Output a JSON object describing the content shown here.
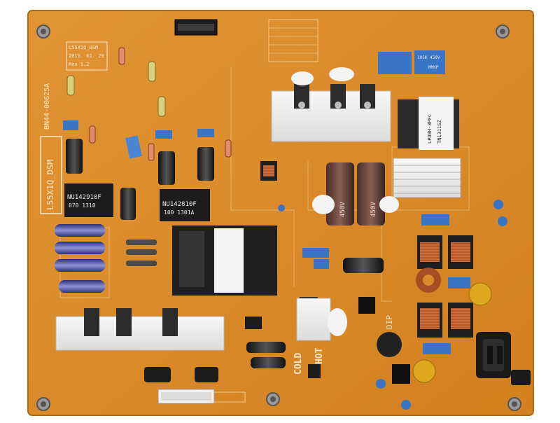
{
  "board": {
    "model_code": "L55X1Q_DSM",
    "part_number": "BN44-00625A",
    "vertical_label": "L55X1Q_DSM",
    "vertical_part": "BN44-00625A",
    "date": "2013. 01. 29",
    "rev": "Rev 1.2",
    "cold_label": "COLD",
    "hot_label": "HOT",
    "dip_label": "DIP",
    "transformer_label_1": "NU142910F",
    "transformer_code_1": "070 1310",
    "transformer_label_2": "NU142810F",
    "transformer_code_2": "100 1301A",
    "lpdsh_label": "LPD8H-3PFC",
    "lpdsh_code": "TN1311SZ",
    "cap_voltage_1": "450V",
    "cap_voltage_2": "450V",
    "blue_cap_label": "105K 450V",
    "blue_cap_label2": "MMKP"
  },
  "colors": {
    "pcb": "#d98a2b",
    "pcb_dark": "#c5761c",
    "silkscreen": "#f6e8c8",
    "heatsink": "#f2f2f2",
    "mylar_blue": "#3a74c4",
    "cap_black": "#2a2a2a",
    "copper": "#c0602a"
  }
}
